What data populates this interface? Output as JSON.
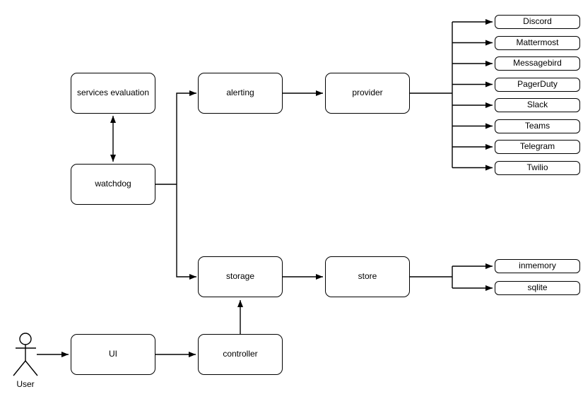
{
  "diagram": {
    "colors": {
      "background": "#ffffff",
      "stroke": "#000000",
      "box_fill": "#ffffff",
      "text": "#000000"
    },
    "actor": {
      "label": "User"
    },
    "nodes": {
      "services_evaluation": {
        "label": "services evaluation"
      },
      "watchdog": {
        "label": "watchdog"
      },
      "alerting": {
        "label": "alerting"
      },
      "provider": {
        "label": "provider"
      },
      "storage": {
        "label": "storage"
      },
      "store": {
        "label": "store"
      },
      "ui": {
        "label": "UI"
      },
      "controller": {
        "label": "controller"
      }
    },
    "providers": [
      "Discord",
      "Mattermost",
      "Messagebird",
      "PagerDuty",
      "Slack",
      "Teams",
      "Telegram",
      "Twilio"
    ],
    "stores": [
      "inmemory",
      "sqlite"
    ],
    "edges": [
      {
        "from": "services_evaluation",
        "to": "watchdog",
        "direction": "bidirectional"
      },
      {
        "from": "watchdog",
        "to": "alerting",
        "direction": "forward"
      },
      {
        "from": "watchdog",
        "to": "storage",
        "direction": "forward"
      },
      {
        "from": "alerting",
        "to": "provider",
        "direction": "forward"
      },
      {
        "from": "provider",
        "to": "Discord",
        "direction": "forward"
      },
      {
        "from": "provider",
        "to": "Mattermost",
        "direction": "forward"
      },
      {
        "from": "provider",
        "to": "Messagebird",
        "direction": "forward"
      },
      {
        "from": "provider",
        "to": "PagerDuty",
        "direction": "forward"
      },
      {
        "from": "provider",
        "to": "Slack",
        "direction": "forward"
      },
      {
        "from": "provider",
        "to": "Teams",
        "direction": "forward"
      },
      {
        "from": "provider",
        "to": "Telegram",
        "direction": "forward"
      },
      {
        "from": "provider",
        "to": "Twilio",
        "direction": "forward"
      },
      {
        "from": "storage",
        "to": "store",
        "direction": "forward"
      },
      {
        "from": "store",
        "to": "inmemory",
        "direction": "forward"
      },
      {
        "from": "store",
        "to": "sqlite",
        "direction": "forward"
      },
      {
        "from": "User",
        "to": "ui",
        "direction": "forward"
      },
      {
        "from": "ui",
        "to": "controller",
        "direction": "forward"
      },
      {
        "from": "controller",
        "to": "storage",
        "direction": "forward"
      }
    ]
  }
}
